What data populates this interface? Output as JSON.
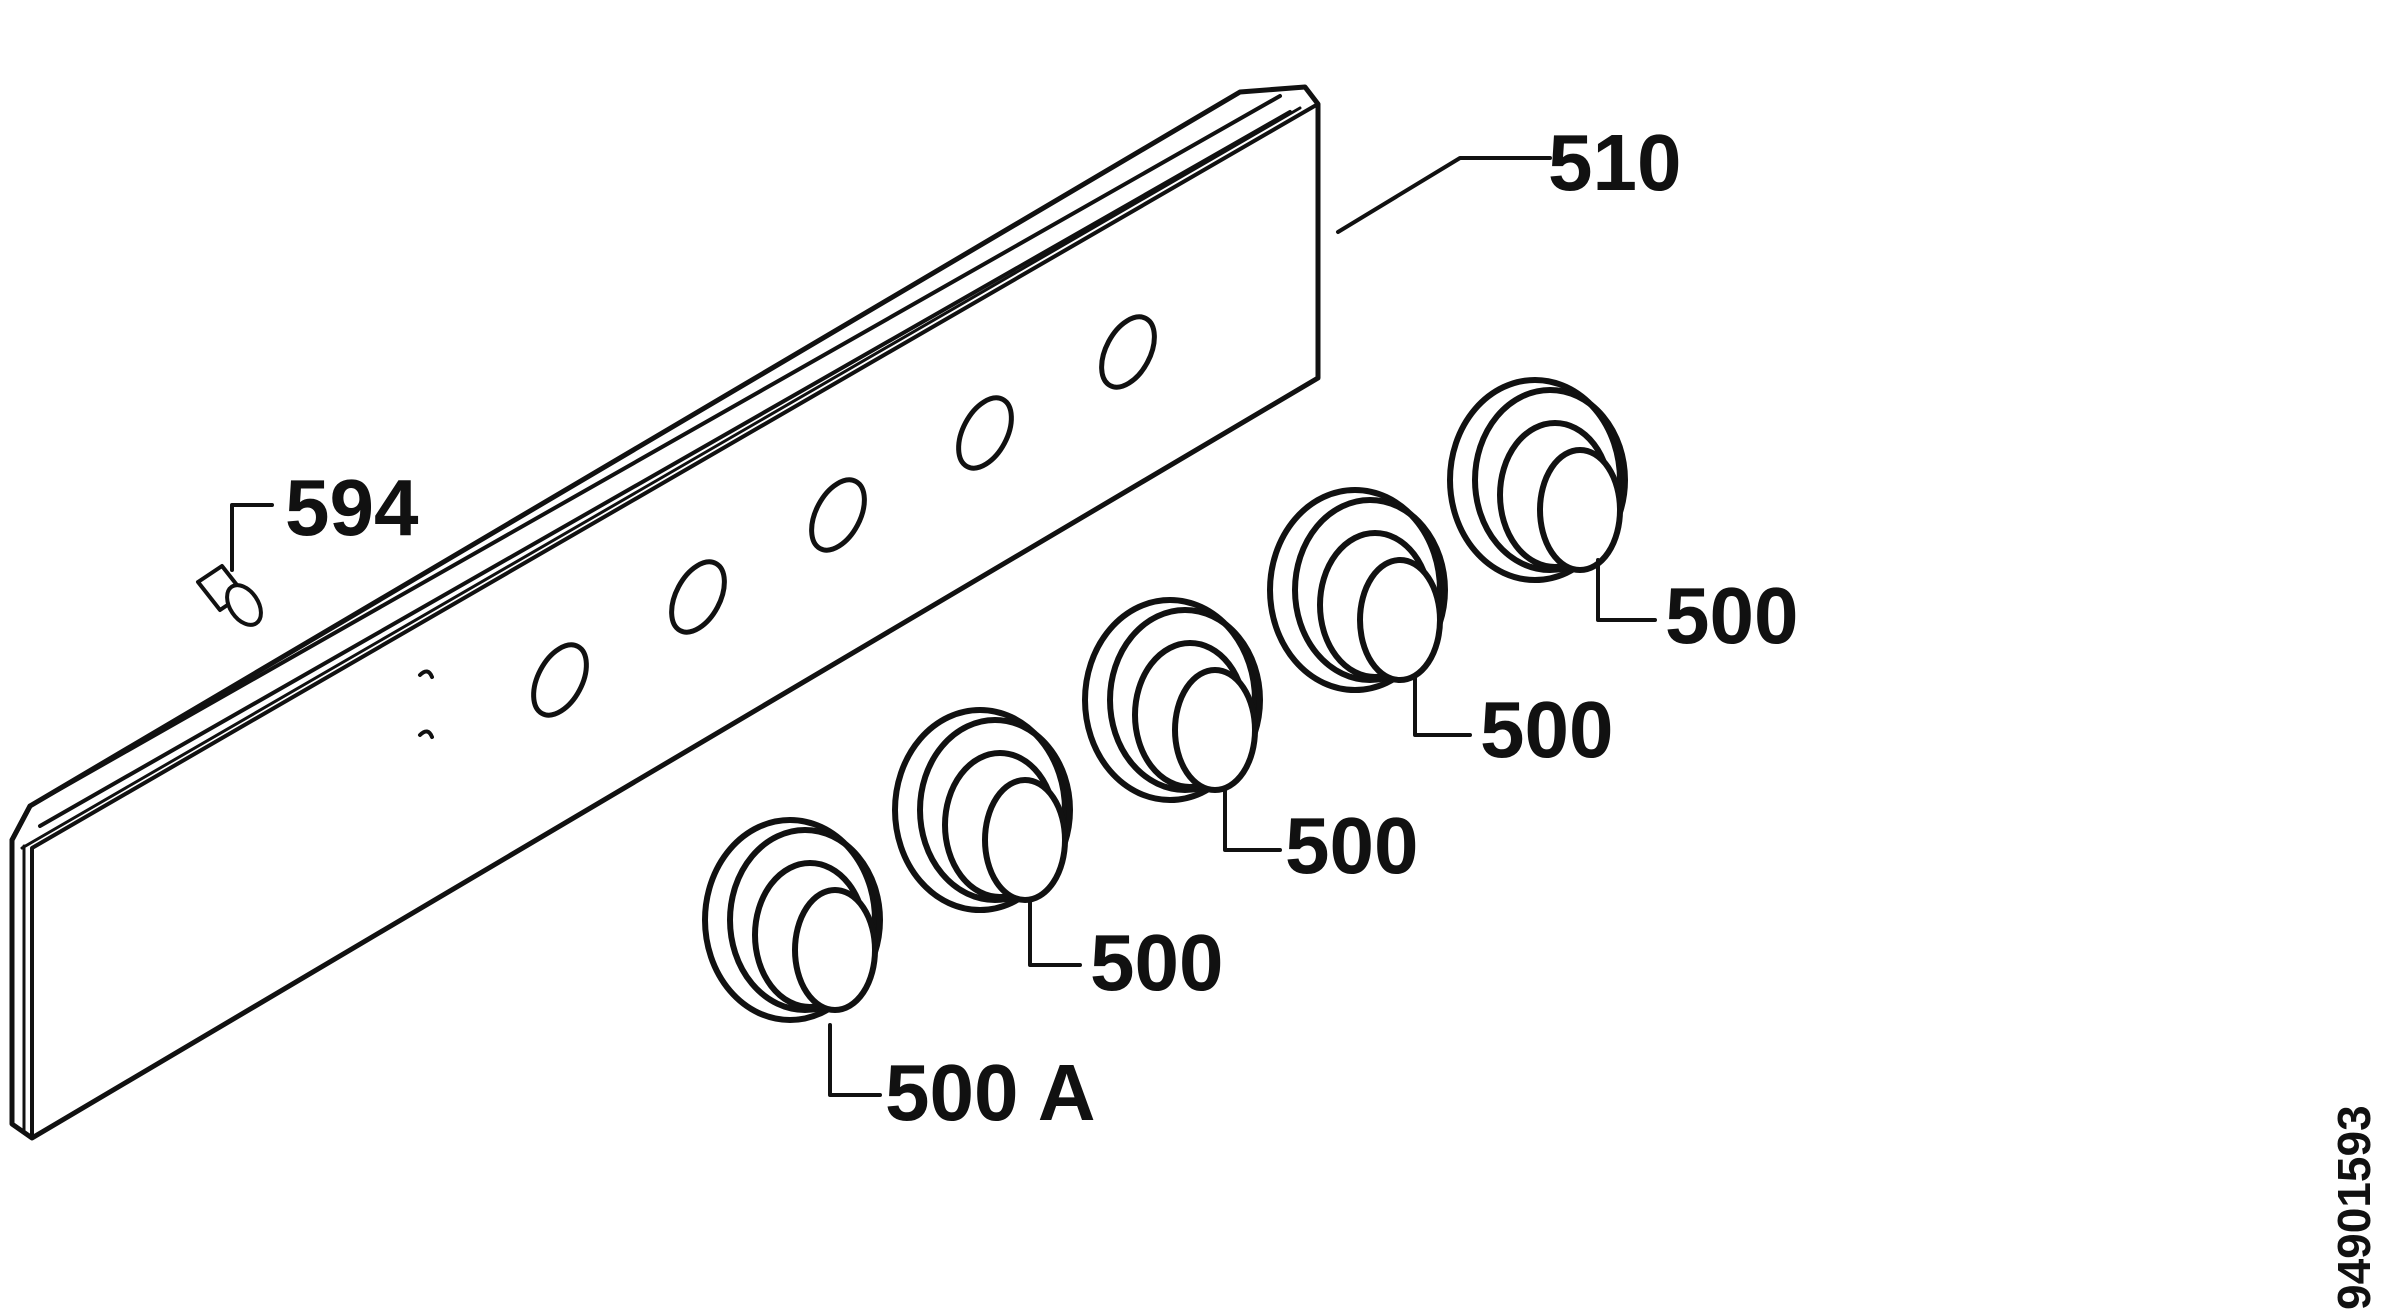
{
  "diagram": {
    "ink_color": "#111111",
    "background": "#ffffff",
    "callouts": {
      "panel": "510",
      "screw": "594",
      "knob_1": "500 A",
      "knob_2": "500",
      "knob_3": "500",
      "knob_4": "500",
      "knob_5": "500"
    },
    "figure_number": "94901593"
  }
}
